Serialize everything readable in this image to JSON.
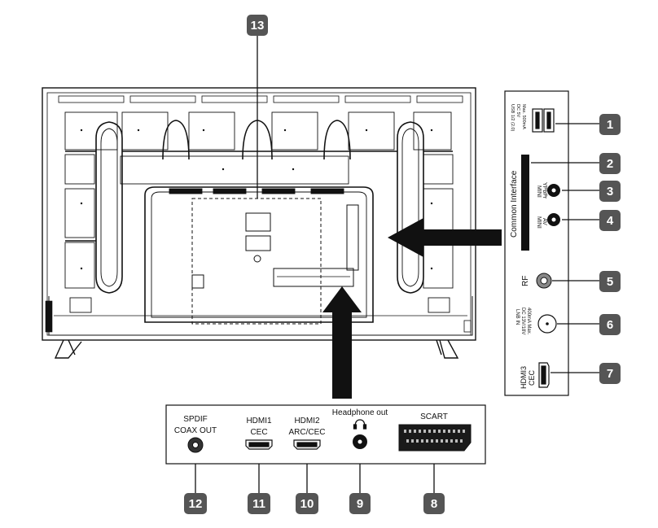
{
  "callouts": {
    "c1": "1",
    "c2": "2",
    "c3": "3",
    "c4": "4",
    "c5": "5",
    "c6": "6",
    "c7": "7",
    "c8": "8",
    "c9": "9",
    "c10": "10",
    "c11": "11",
    "c12": "12",
    "c13": "13"
  },
  "side_panel": {
    "usb_line1": "USB 1/2 (2.0)",
    "usb_line2": "DC 5V",
    "usb_line3": "Max. 500mA",
    "common_interface": "Common Interface",
    "mini_ypbpr_1": "MINI",
    "mini_ypbpr_2": "YPbPr",
    "mini_av_1": "MINI",
    "mini_av_2": "AV",
    "rf": "RF",
    "lnb_1": "LNB IN",
    "lnb_2": "DC 13V/18V",
    "lnb_3": "400mA Max.",
    "hdmi3_1": "HDMI3",
    "hdmi3_2": "CEC"
  },
  "bottom_panel": {
    "spdif_1": "SPDIF",
    "spdif_2": "COAX OUT",
    "hdmi1_1": "HDMI1",
    "hdmi1_2": "CEC",
    "hdmi2_1": "HDMI2",
    "hdmi2_2": "ARC/CEC",
    "headphone": "Headphone out",
    "headphone_symbol": "∩",
    "scart": "SCART"
  },
  "colors": {
    "badge": "#555555",
    "line": "#111111",
    "arrow": "#111111"
  }
}
